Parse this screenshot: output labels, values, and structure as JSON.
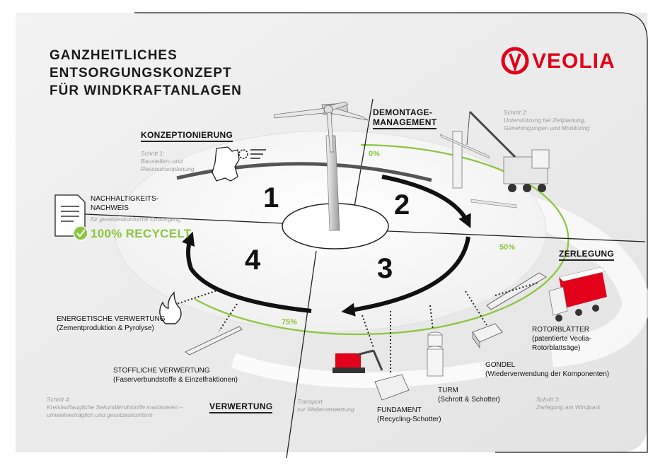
{
  "title": {
    "line1": "GANZHEITLICHES",
    "line2": "ENTSORGUNGSKONZEPT",
    "line3": "FÜR WINDKRAFTANLAGEN"
  },
  "logo": {
    "text": "VEOLIA",
    "color": "#e2001a"
  },
  "colors": {
    "accent_green": "#8cc63f",
    "brand_red": "#e2001a",
    "arrow": "#111111"
  },
  "phases": {
    "konzeption": {
      "heading": "KONZEPTIONIERUNG",
      "step_lines": [
        "Schritt 1:",
        "Baustellen- und",
        "Ressourcenplanung"
      ],
      "number": "1"
    },
    "demontage": {
      "heading_line1": "DEMONTAGE-",
      "heading_line2": "MANAGEMENT",
      "step_lines": [
        "Schritt 2:",
        "Unterstützung bei Zeitplanung,",
        "Genehmigungen und Monitoring"
      ],
      "number": "2"
    },
    "zerlegung": {
      "heading": "ZERLEGUNG",
      "step_lines": [
        "Schritt 3:",
        "Zerlegung am Windpark"
      ],
      "number": "3"
    },
    "verwertung": {
      "heading": "VERWERTUNG",
      "step_lines": [
        "Schritt 4:",
        "Kreislauftaugliche Sekundärrohstoffe maximieren –",
        "umweltverträglich und gesetzeskonform"
      ],
      "number": "4"
    }
  },
  "progress": {
    "p0": "0%",
    "p50": "50%",
    "p75": "75%"
  },
  "nachweis": {
    "title_line1": "NACHHALTIGKEITS-",
    "title_line2": "NACHWEIS",
    "sub": "für gesetzeskonforme Entsorgung",
    "badge": "100% RECYCELT"
  },
  "components": {
    "rotorblaetter": [
      "ROTORBLÄTTER",
      "(patentierte Veolia-",
      "Rotorblattsäge)"
    ],
    "gondel": [
      "GONDEL",
      "(Wiederverwendung der Komponenten)"
    ],
    "turm": [
      "TURM",
      "(Schrott & Schotter)"
    ],
    "fundament": [
      "FUNDAMENT",
      "(Recycling-Schotter)"
    ],
    "transport": [
      "Transport",
      "zur Weiterverwertung"
    ],
    "energetisch": [
      "ENERGETISCHE VERWERTUNG",
      "(Zementproduktion & Pyrolyse)"
    ],
    "stofflich": [
      "STOFFLICHE VERWERTUNG",
      "(Faserverbundstoffe & Einzelfraktionen)"
    ]
  }
}
